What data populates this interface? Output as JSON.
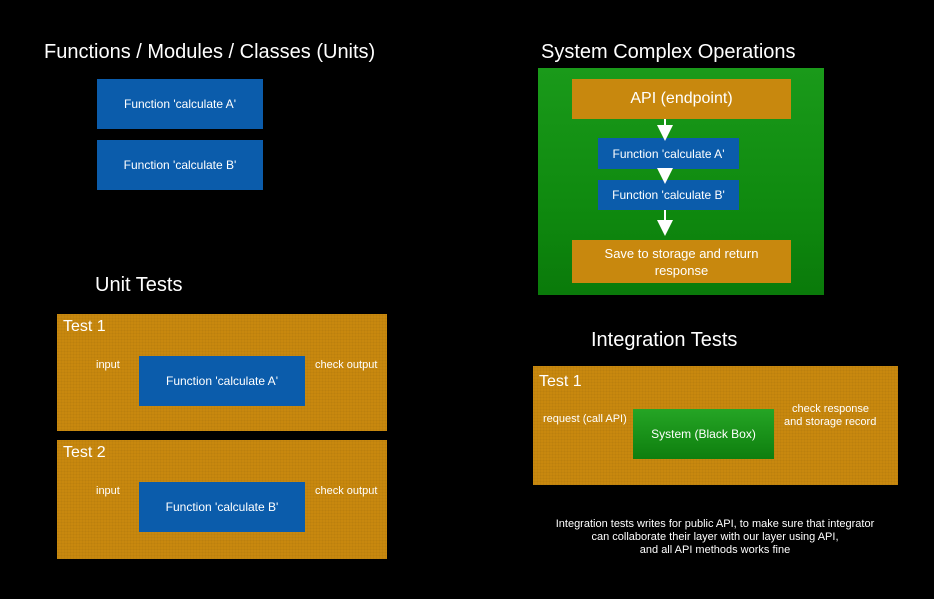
{
  "units": {
    "title": "Functions / Modules / Classes (Units)",
    "items": [
      "Function 'calculate A'",
      "Function 'calculate B'"
    ]
  },
  "system": {
    "title": "System Complex Operations",
    "api": "API (endpoint)",
    "func_a": "Function 'calculate A'",
    "func_b": "Function 'calculate B'",
    "save": "Save to storage and return response"
  },
  "unit_tests": {
    "title": "Unit Tests",
    "tests": [
      {
        "label": "Test 1",
        "input": "input",
        "output": "check output",
        "function": "Function 'calculate A'"
      },
      {
        "label": "Test 2",
        "input": "input",
        "output": "check output",
        "function": "Function 'calculate B'"
      }
    ]
  },
  "integration": {
    "title": "Integration Tests",
    "test_label": "Test 1",
    "request": "request (call API)",
    "system": "System (Black Box)",
    "check_line1": "check response",
    "check_line2": "and storage record",
    "note_line1": "Integration tests writes for public API, to make sure that integrator",
    "note_line2": "can collaborate their layer with our layer using API,",
    "note_line3": "and all API methods works fine"
  },
  "colors": {
    "blue": "#0b5cab",
    "orange": "#c8880e",
    "green": "#129212",
    "background": "#000000"
  }
}
